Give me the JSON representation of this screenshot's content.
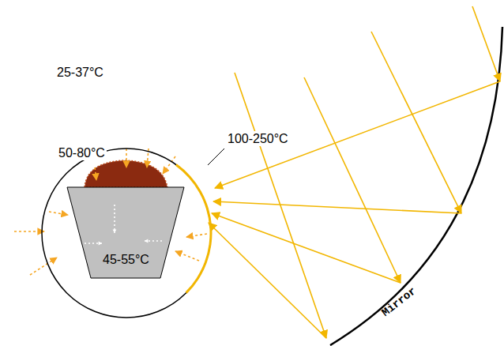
{
  "diagram": {
    "nodes": [
      {
        "text": [
          "50-80°C"
        ]
      },
      {
        "text": [
          "45-55°C"
        ],
        "in": 0
      }
    ],
    "labels": [
      "25-37°C",
      "100-250°C",
      "Mirror"
    ]
  }
}
